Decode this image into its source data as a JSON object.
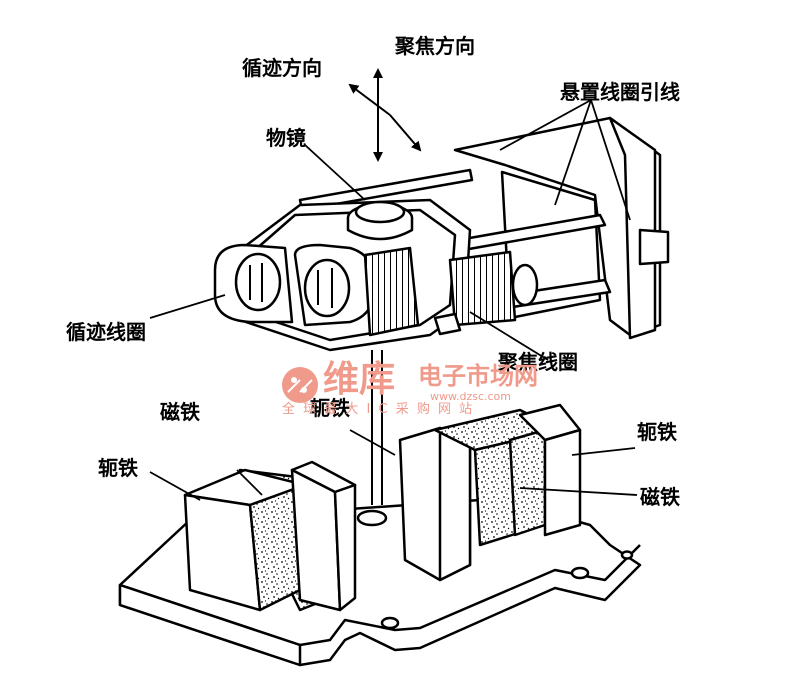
{
  "labels": {
    "focus_direction": "聚焦方向",
    "tracking_direction": "循迹方向",
    "suspension_coil_leads": "悬置线圈引线",
    "objective_lens": "物镜",
    "tracking_coil": "循迹线圈",
    "focus_coil": "聚焦线圈",
    "magnet_left": "磁铁",
    "magnet_right": "磁铁",
    "yoke_left": "轭铁",
    "yoke_center": "轭铁",
    "yoke_right": "轭铁"
  },
  "watermark": {
    "brand": "维库",
    "site_cn": "电子市场网",
    "url": "www.dzsc.com",
    "slogan": "全 球 最 大 I C 采 购 网 站",
    "color": "#ef9a8a"
  }
}
